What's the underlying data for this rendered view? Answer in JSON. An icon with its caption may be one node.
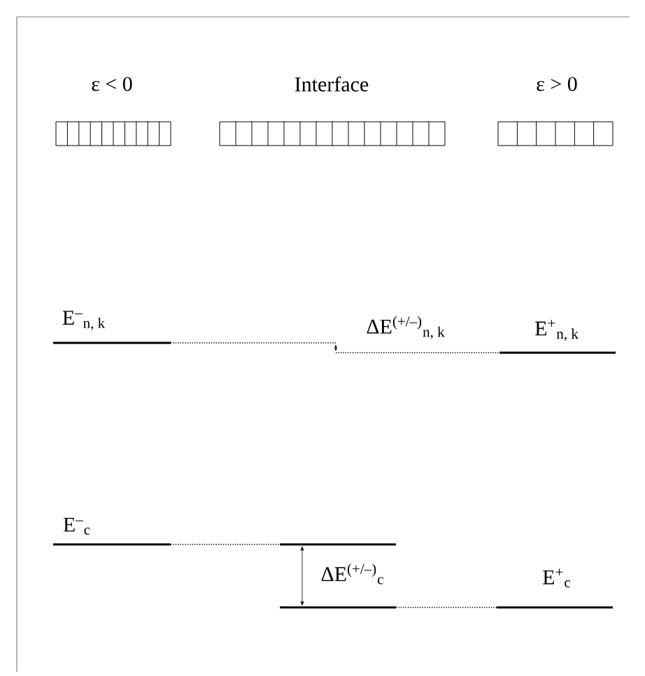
{
  "diagram": {
    "labels": [
      "ε < 0",
      "Interface",
      "ε > 0",
      "E$^{–}$$_{n, k}$",
      "ΔE$^{(+/–)}$$_{n, k}$",
      "E$^{+}$$_{n, k}$",
      "E$^{–}$$_{c}$",
      "ΔE$^{(+/–)}$$_{c}$",
      "E$^{+}$$_{c}$"
    ]
  }
}
